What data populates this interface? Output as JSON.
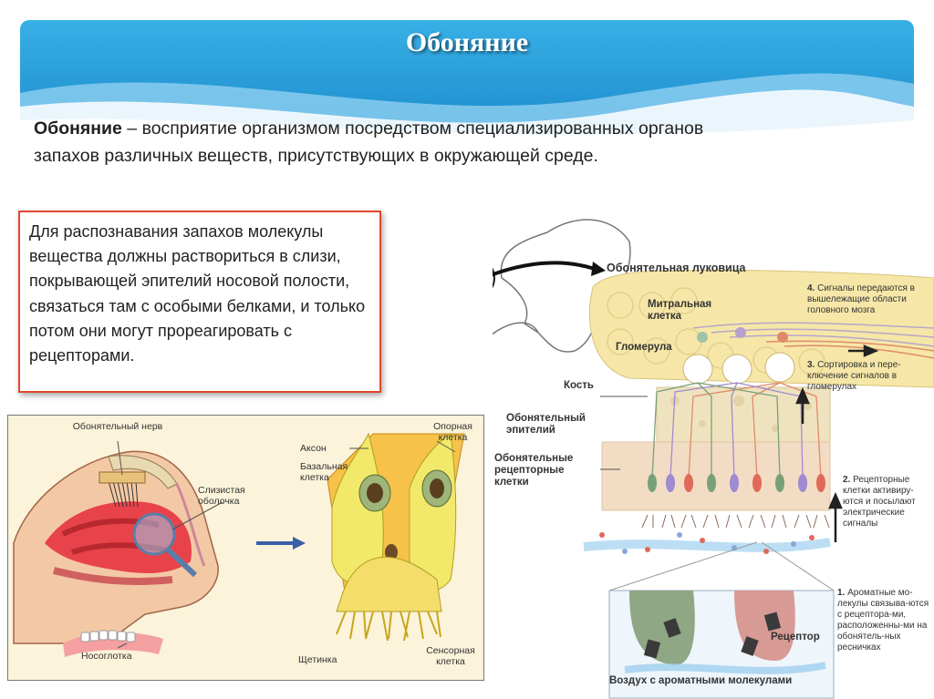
{
  "title": "Обоняние",
  "definition": {
    "term": "Обоняние",
    "text": " – восприятие организмом посредством специализированных органов запахов различных веществ, присутствующих в окружающей среде."
  },
  "note": "Для распознавания запахов молекулы вещества должны раствориться в слизи, покрывающей эпителий носовой полости, связаться там с особыми белками, и только потом они могут прореагировать с рецепторами.",
  "left_figure": {
    "labels": {
      "olfactory_nerve": "Обонятельный нерв",
      "mucosa": "Слизистая оболочка",
      "nasopharynx": "Носоглотка",
      "axon": "Аксон",
      "basal_cell": "Базальная клетка",
      "support_cell": "Опорная клетка",
      "brush": "Щетинка",
      "sensory_cell": "Сенсорная клетка"
    }
  },
  "right_figure": {
    "labels": {
      "olfactory_bulb": "Обонятельная луковица",
      "mitral_cell": "Митральная клетка",
      "glomerulus": "Гломерула",
      "bone": "Кость",
      "epithelium": "Обонятельный эпителий",
      "receptor_cells": "Обонятельные рецепторные клетки",
      "receptor": "Рецептор",
      "air": "Воздух с ароматными молекулами"
    },
    "steps": [
      {
        "num": "4.",
        "text": "Сигналы передаются в вышележащие области головного мозга"
      },
      {
        "num": "3.",
        "text": "Сортировка и пере-ключение сигналов в гломерулах"
      },
      {
        "num": "2.",
        "text": "Рецепторные клетки активиру-ются и посылают электрические сигналы"
      },
      {
        "num": "1.",
        "text": "Ароматные мо-лекулы связыва-ются с рецептора-ми, расположенны-ми на обонятель-ных ресничках"
      }
    ]
  },
  "colors": {
    "banner": "#1f9ad6",
    "note_border": "#e0482b",
    "bulb": "#f6e7a8"
  }
}
